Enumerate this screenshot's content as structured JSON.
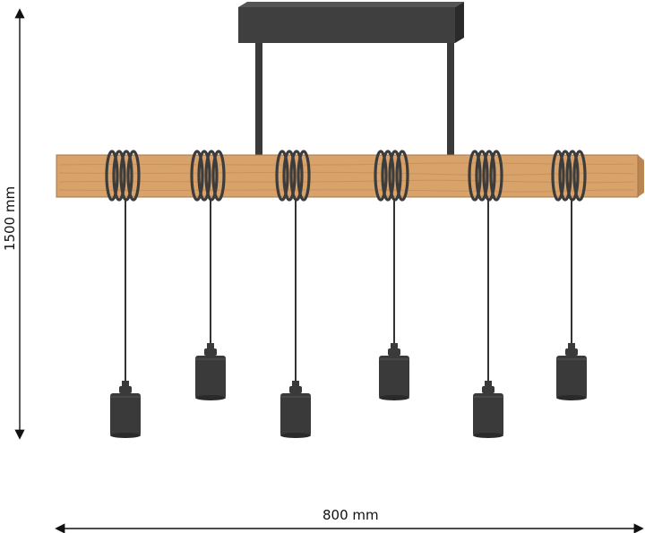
{
  "dimensions": {
    "height_label": "1500 mm",
    "width_label": "800 mm"
  },
  "colors": {
    "canopy": "#3f3f3f",
    "canopy_edge": "#2a2a2a",
    "rod": "#3a3a3a",
    "beam": "#d8a26b",
    "beam_grain": "#c58a52",
    "rope": "#3c3c3c",
    "cable": "#333333",
    "socket": "#3a3a3a",
    "dimension_line": "#111111"
  },
  "pendants": {
    "count": 6,
    "drop_levels": [
      "low",
      "high",
      "low",
      "high",
      "low",
      "high"
    ]
  }
}
